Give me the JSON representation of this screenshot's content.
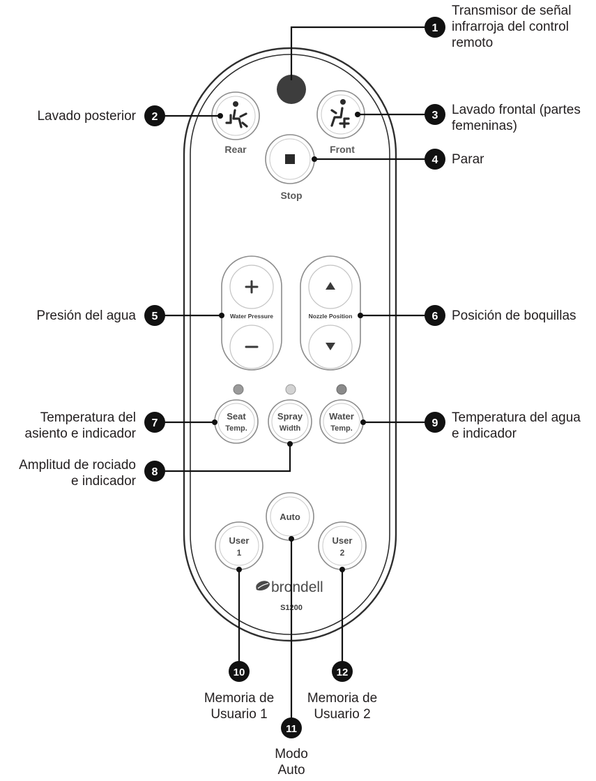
{
  "callouts": [
    {
      "number": "1",
      "lines": [
        "Transmisor de señal",
        "infrarroja del control",
        "remoto"
      ]
    },
    {
      "number": "2",
      "lines": [
        "Lavado posterior"
      ]
    },
    {
      "number": "3",
      "lines": [
        "Lavado frontal (partes",
        "femeninas)"
      ]
    },
    {
      "number": "4",
      "lines": [
        "Parar"
      ]
    },
    {
      "number": "5",
      "lines": [
        "Presión del agua"
      ]
    },
    {
      "number": "6",
      "lines": [
        "Posición de boquillas"
      ]
    },
    {
      "number": "7",
      "lines": [
        "Temperatura del",
        "asiento e indicador"
      ]
    },
    {
      "number": "8",
      "lines": [
        "Amplitud de rociado",
        "e indicador"
      ]
    },
    {
      "number": "9",
      "lines": [
        "Temperatura del agua",
        "e indicador"
      ]
    },
    {
      "number": "10",
      "lines": [
        "Memoria de",
        "Usuario 1"
      ]
    },
    {
      "number": "11",
      "lines": [
        "Modo",
        "Auto"
      ]
    },
    {
      "number": "12",
      "lines": [
        "Memoria de",
        "Usuario 2"
      ]
    }
  ],
  "remote": {
    "buttons": {
      "rear": "Rear",
      "front": "Front",
      "stop": "Stop",
      "water_pressure": "Water Pressure",
      "nozzle_position": "Nozzle Position",
      "seat_temp": [
        "Seat",
        "Temp."
      ],
      "spray_width": [
        "Spray",
        "Width"
      ],
      "water_temp": [
        "Water",
        "Temp."
      ],
      "auto": "Auto",
      "user1": [
        "User",
        "1"
      ],
      "user2": [
        "User",
        "2"
      ]
    },
    "brand": "brondell",
    "model": "S1200"
  },
  "colors": {
    "ink": "#231f20",
    "body_outline": "#3a3a3a",
    "button_outline": "#8c8c8c",
    "button_text": "#5a5a5a",
    "sensor": "#3d3d3d",
    "led_dark": "#9a9a9a",
    "led_light": "#d2d2d2",
    "led_mid": "#8a8a8a",
    "badge": "#111111"
  }
}
